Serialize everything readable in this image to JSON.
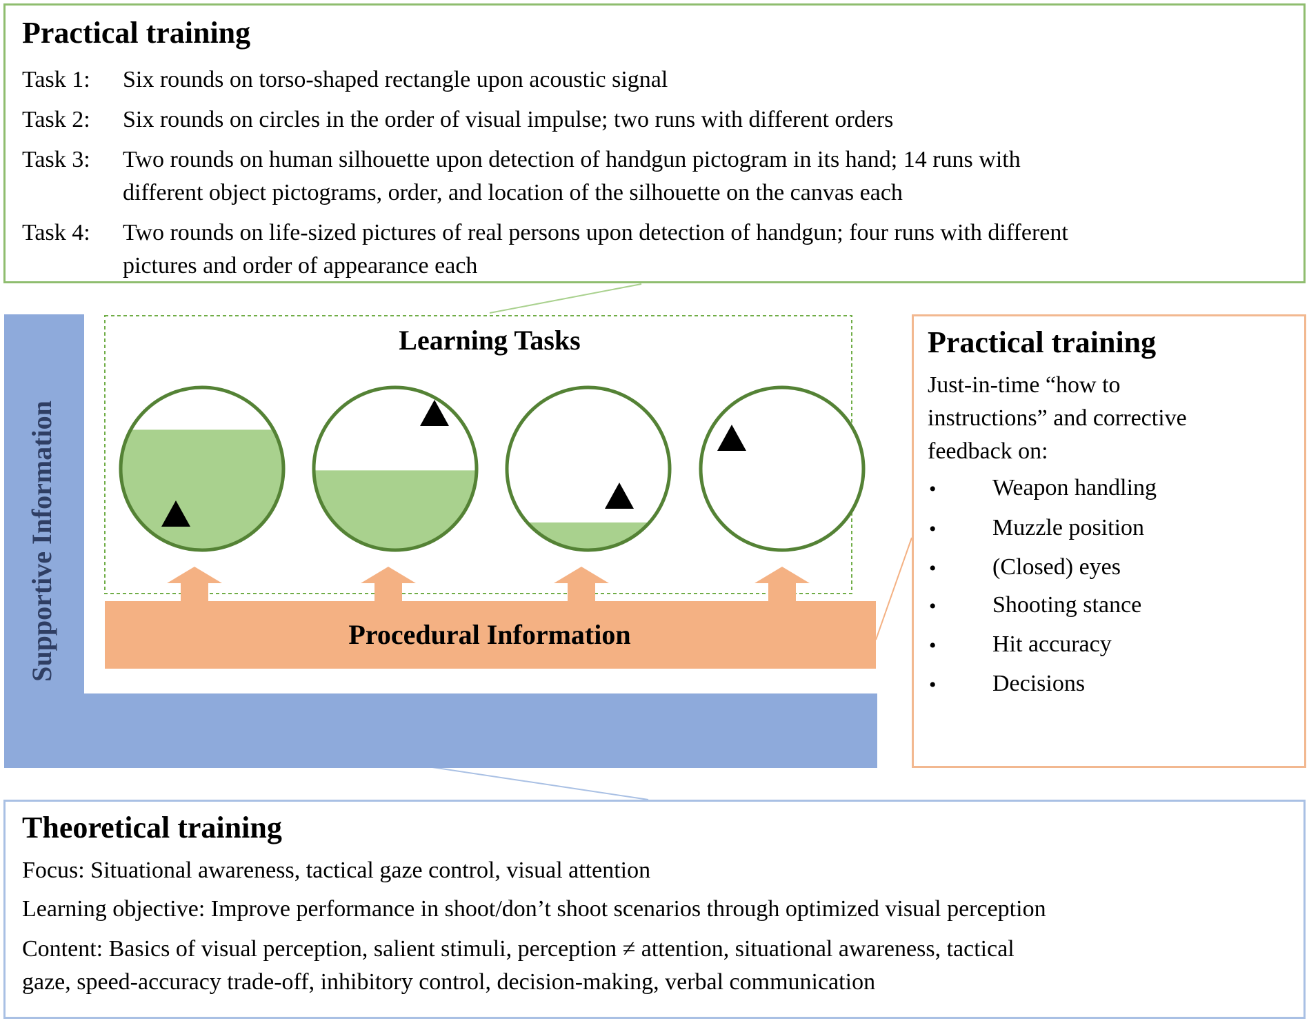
{
  "top_box": {
    "title": "Practical training",
    "tasks": [
      {
        "label": "Task 1:",
        "lines": [
          "Six rounds on torso-shaped rectangle upon acoustic signal"
        ]
      },
      {
        "label": "Task 2:",
        "lines": [
          "Six rounds on circles in the order of visual impulse; two runs with different orders"
        ]
      },
      {
        "label": "Task 3:",
        "lines": [
          "Two rounds on human silhouette upon detection of handgun pictogram in its hand; 14 runs with",
          "different object pictograms, order, and location of the silhouette on the canvas each"
        ]
      },
      {
        "label": "Task 4:",
        "lines": [
          "Two rounds on life-sized pictures of real persons upon detection of handgun; four runs with different",
          "pictures and order of appearance each"
        ]
      }
    ]
  },
  "diagram": {
    "supportive_label": "Supportive Information",
    "learning_tasks_label": "Learning Tasks",
    "procedural_label": "Procedural Information",
    "circle_fill_levels": [
      0.74,
      0.49,
      0.17,
      0.0
    ],
    "colors": {
      "supportive": "#8eaadb",
      "procedural": "#f4b183",
      "circle_stroke": "#548235",
      "circle_fill": "#a9d18e",
      "dashed_border": "#70ad47",
      "triangle": "#000000"
    }
  },
  "right_box": {
    "title": "Practical training",
    "intro_lines": [
      "Just-in-time “how to",
      "instructions” and corrective",
      "feedback on:"
    ],
    "bullet_symbol": "•",
    "bullets": [
      "Weapon handling",
      "Muzzle position",
      "(Closed) eyes",
      "Shooting stance",
      "Hit accuracy",
      "Decisions"
    ]
  },
  "bottom_box": {
    "title": "Theoretical training",
    "lines": [
      "Focus: Situational awareness, tactical gaze control, visual attention",
      "Learning objective: Improve performance in shoot/don’t shoot scenarios through optimized visual perception",
      "Content: Basics of visual perception, salient stimuli, perception ≠ attention, situational awareness, tactical",
      "gaze, speed-accuracy trade-off, inhibitory control, decision-making, verbal communication"
    ]
  }
}
